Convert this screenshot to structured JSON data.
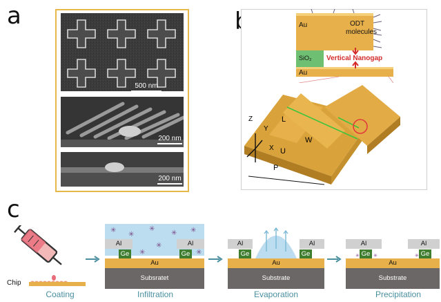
{
  "panel_a": {
    "label": "a",
    "scale_1": "500 nm",
    "scale_2": "200 nm",
    "scale_3": "200 nm"
  },
  "panel_b": {
    "label": "b",
    "au_top": "Au",
    "au_bottom": "Au",
    "odt": "ODT",
    "molecules": "molecules",
    "sio2": "SiO₂",
    "gap_label": "Vertical Nanogap",
    "axis_z": "Z",
    "axis_y": "Y",
    "axis_x": "X",
    "dim_l": "L",
    "dim_w": "W",
    "dim_u": "U",
    "dim_p": "P"
  },
  "panel_c": {
    "label": "c",
    "chip": "Chip",
    "steps": [
      {
        "caption": "Coating"
      },
      {
        "caption": "Infiltration",
        "al": "Al",
        "ge": "Ge",
        "au": "Au",
        "substrate": "Subsratet"
      },
      {
        "caption": "Evaporation",
        "al": "Al",
        "ge": "Ge",
        "au": "Au",
        "substrate": "Substrate"
      },
      {
        "caption": "Precipitation",
        "al": "Al",
        "ge": "Ge",
        "au": "Au",
        "substrate": "Substrate"
      }
    ]
  },
  "colors": {
    "gold": "#e8b04a",
    "frame": "#e6b84a",
    "ge_green": "#3f7d2f",
    "substrate": "#6b6766",
    "caption_teal": "#4a8fa0",
    "gap_red": "#d42b2b"
  }
}
